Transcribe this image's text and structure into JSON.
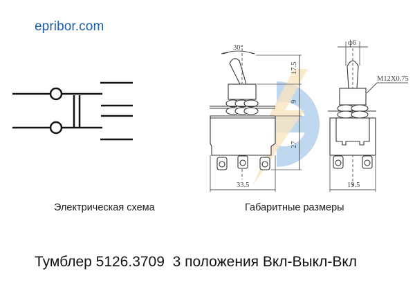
{
  "brand": {
    "text": "epribor.com",
    "color": "#1f5fa6"
  },
  "captions": {
    "electrical_scheme": "Электрическая схема",
    "dimensions": "Габаритные размеры"
  },
  "title": "Тумблер 5126.3709  3 положения Вкл-Выкл-Вкл",
  "drawing": {
    "angle_label": "30°",
    "height_lever": "17.5",
    "height_nut": "9",
    "height_body": "27",
    "width_front": "33.5",
    "width_side": "19.5",
    "lever_diameter": "ф6",
    "thread": "M12X0.75"
  },
  "watermark": {
    "shape": "epribor-e-logo",
    "blue": "#9ec3e6",
    "orange": "#f7d9a8"
  }
}
